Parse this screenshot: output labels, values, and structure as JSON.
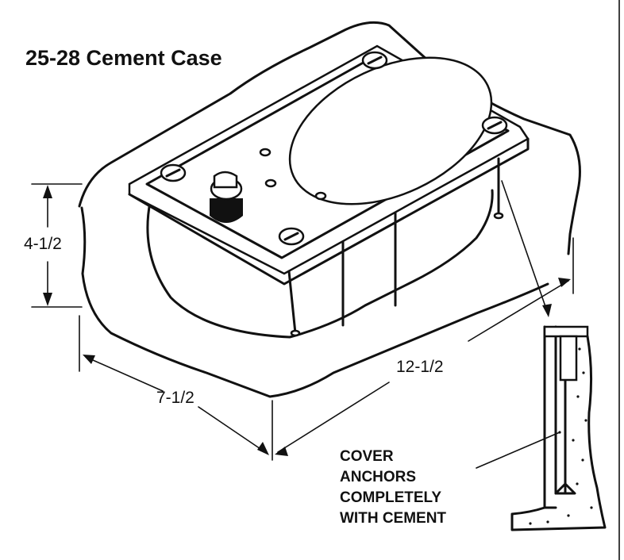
{
  "title": "25-28 Cement Case",
  "dimensions": {
    "height": "4-1/2",
    "width": "7-1/2",
    "length": "12-1/2"
  },
  "note_lines": [
    "COVER",
    "ANCHORS",
    "COMPLETELY",
    "WITH CEMENT"
  ],
  "colors": {
    "ink": "#111111",
    "background": "#ffffff"
  }
}
